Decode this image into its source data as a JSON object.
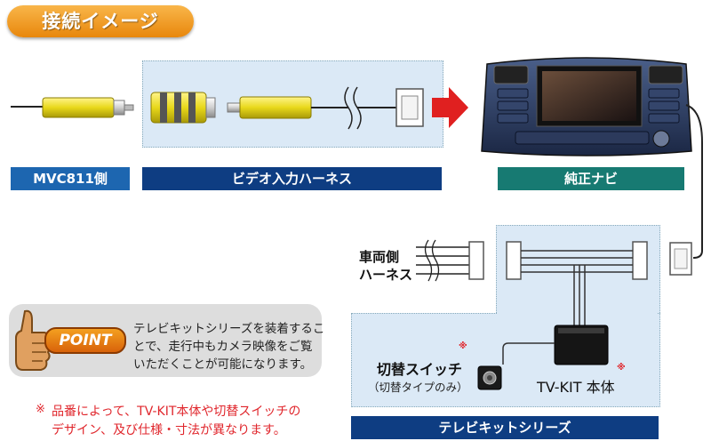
{
  "title": "接続イメージ",
  "labels": {
    "mvc": "MVC811側",
    "video_harness": "ビデオ入力ハーネス",
    "genuine_navi": "純正ナビ",
    "tv_kit_series": "テレビキットシリーズ"
  },
  "vehicle_harness": [
    "車両側",
    "ハーネス"
  ],
  "switch": {
    "name": "切替スイッチ",
    "sub": "（切替タイプのみ）",
    "mark": "※"
  },
  "tv_kit_body": {
    "name": "TV-KIT 本体",
    "mark": "※"
  },
  "point": {
    "badge": "POINT",
    "lines": [
      "テレビキットシリーズを装着するこ",
      "とで、走行中もカメラ映像をご覧",
      "いただくことが可能になります。"
    ]
  },
  "footnote": {
    "mark": "※",
    "lines": [
      "品番によって、TV-KIT本体や切替スイッチの",
      "デザイン、及び仕様・寸法が異なります。"
    ]
  },
  "colors": {
    "title_orange": "#ef9a1f",
    "navy": "#0e3d82",
    "teal": "#177a72",
    "harness_bg": "#dbe9f6",
    "arrow_red": "#e02020",
    "note_red": "#e0262c"
  }
}
